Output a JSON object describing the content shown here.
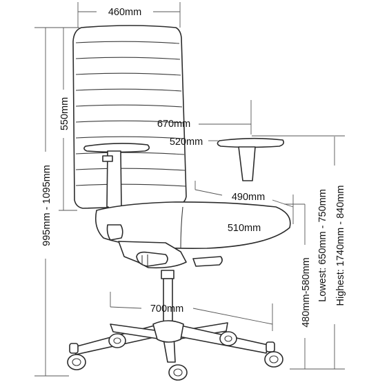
{
  "diagram": {
    "dimensions": {
      "back_width": "460mm",
      "back_height": "550mm",
      "overall_height": "995mm - 1095mm",
      "armrest_width": "670mm",
      "armrest_inner": "520mm",
      "seat_depth_upper": "490mm",
      "seat_depth": "510mm",
      "base_diameter": "700mm",
      "seat_height": "480mm-580mm",
      "lowest": "Lowest: 650mm - 750mm",
      "highest": "Highest: 1740mm - 840mm"
    },
    "colors": {
      "line": "#2b2b2b",
      "text": "#111111",
      "background": "#ffffff"
    }
  }
}
